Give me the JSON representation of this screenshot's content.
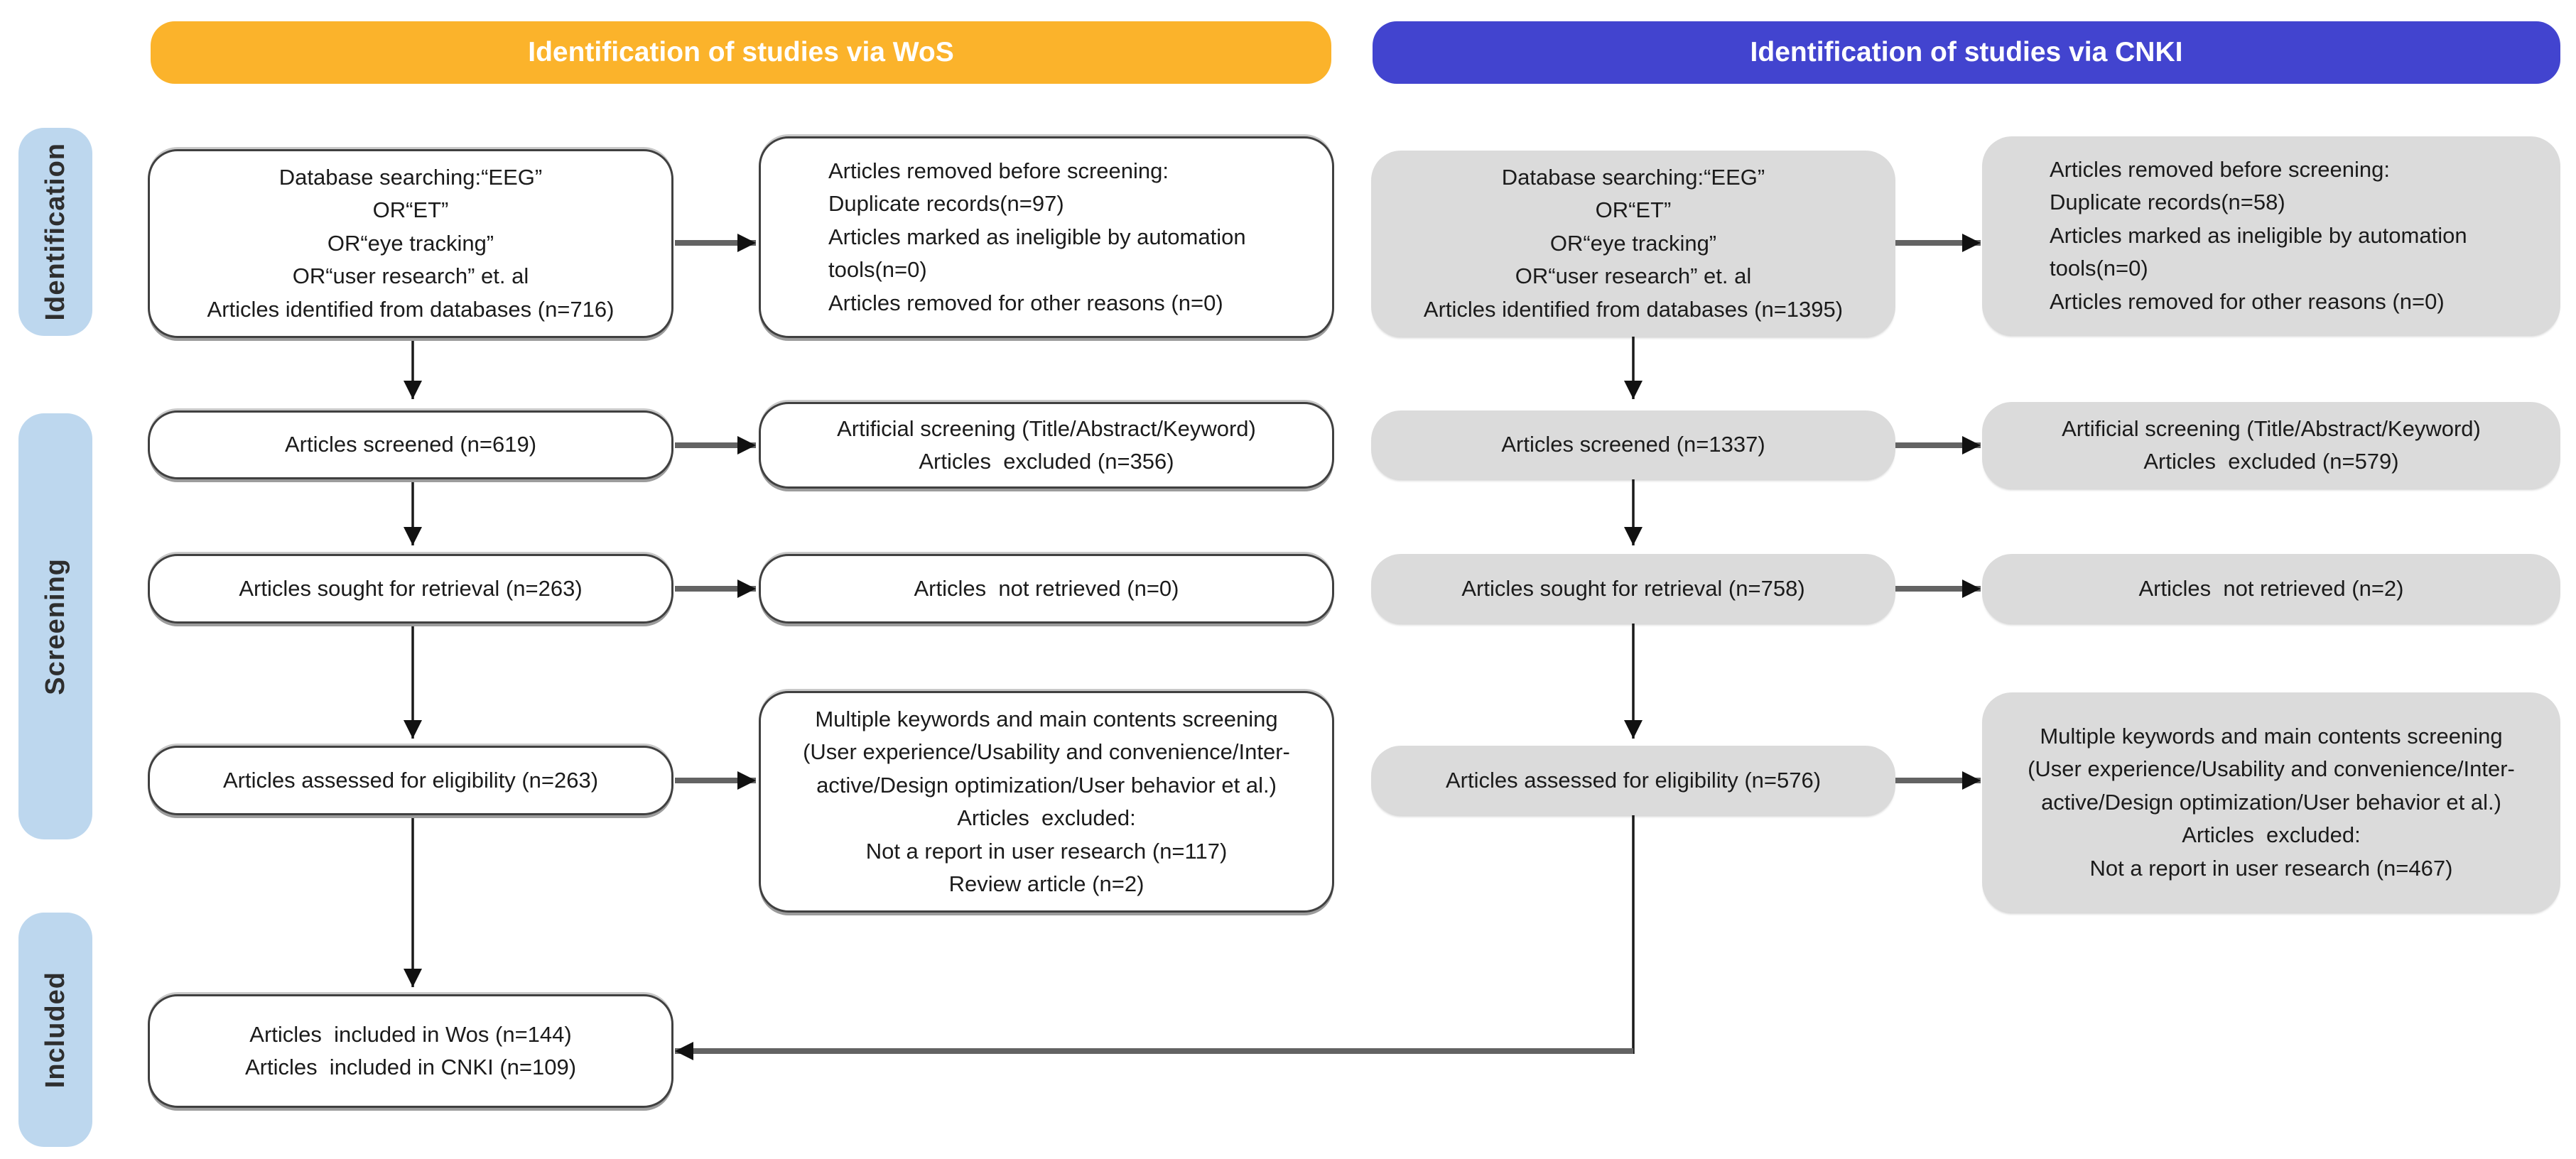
{
  "colors": {
    "wos_header": "#FBB32B",
    "cnki_header": "#4244CF",
    "sidebar": "#BDD7EE",
    "gray_box": "#DBDBDB",
    "white_box_border": "#404040",
    "arrow_shaft": "#636363",
    "arrow_head": "#111111"
  },
  "headers": {
    "wos": "Identification of studies via WoS",
    "cnki": "Identification of studies via CNKI"
  },
  "sidebar": {
    "identification": "Identification",
    "screening": "Screening",
    "included": "Included"
  },
  "wos": {
    "database_searching": {
      "text": "Database searching:“EEG”\nOR“ET”\nOR“eye tracking”\nOR“user research” et. al\nArticles identified from databases (n=716)"
    },
    "removed_before_screening": {
      "text": "Articles removed before screening:\nDuplicate records(n=97)\nArticles marked as ineligible by automation\ntools(n=0)\nArticles removed for other reasons (n=0)"
    },
    "screened": {
      "text": "Articles screened (n=619)"
    },
    "artificial_screening": {
      "text": "Artificial screening (Title/Abstract/Keyword)\nArticles  excluded (n=356)"
    },
    "sought_for_retrieval": {
      "text": "Articles sought for retrieval (n=263)"
    },
    "not_retrieved": {
      "text": "Articles  not retrieved (n=0)"
    },
    "assessed_for_eligibility": {
      "text": "Articles assessed for eligibility (n=263)"
    },
    "keywords_screening": {
      "text": "Multiple keywords and main contents screening\n(User experience/Usability and convenience/Inter-\nactive/Design optimization/User behavior et al.)\nArticles  excluded:\nNot a report in user research (n=117)\nReview article (n=2)"
    },
    "included": {
      "text": "Articles  included in Wos (n=144)\nArticles  included in CNKI (n=109)"
    }
  },
  "cnki": {
    "database_searching": {
      "text": "Database searching:“EEG”\nOR“ET”\nOR“eye tracking”\nOR“user research” et. al\nArticles identified from databases (n=1395)"
    },
    "removed_before_screening": {
      "text": "Articles removed before screening:\nDuplicate records(n=58)\nArticles marked as ineligible by automation\ntools(n=0)\nArticles removed for other reasons (n=0)"
    },
    "screened": {
      "text": "Articles screened (n=1337)"
    },
    "artificial_screening": {
      "text": "Artificial screening (Title/Abstract/Keyword)\nArticles  excluded (n=579)"
    },
    "sought_for_retrieval": {
      "text": "Articles sought for retrieval (n=758)"
    },
    "not_retrieved": {
      "text": "Articles  not retrieved (n=2)"
    },
    "assessed_for_eligibility": {
      "text": "Articles assessed for eligibility (n=576)"
    },
    "keywords_screening": {
      "text": "Multiple keywords and main contents screening\n(User experience/Usability and convenience/Inter-\nactive/Design optimization/User behavior et al.)\nArticles  excluded:\nNot a report in user research (n=467)"
    }
  }
}
